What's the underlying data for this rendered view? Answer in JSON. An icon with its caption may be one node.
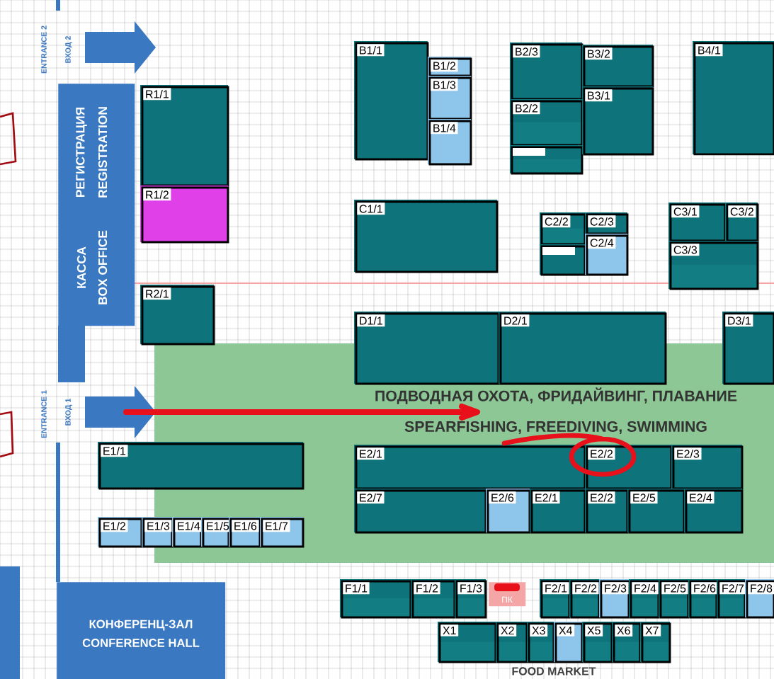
{
  "diagram": {
    "nodes": [
      {
        "text": [
          "РЕГИСТРАЦИЯ",
          "REGISTRATION",
          "КАССА",
          "BOX OFFICE"
        ]
      },
      {
        "text": [
          "R1/1"
        ]
      },
      {
        "text": [
          "R1/2"
        ]
      },
      {
        "text": [
          "R2/1"
        ]
      },
      {
        "text": [
          "B1/1"
        ]
      },
      {
        "text": [
          "B1/2"
        ]
      },
      {
        "text": [
          "B1/3"
        ]
      },
      {
        "text": [
          "B1/4"
        ]
      },
      {
        "text": [
          "B2/3"
        ]
      },
      {
        "text": [
          "B2/2"
        ]
      },
      {
        "text": [],
        "shape": "box"
      },
      {
        "text": [
          "B3/2"
        ]
      },
      {
        "text": [
          "B3/1"
        ]
      },
      {
        "text": [
          "B4/1"
        ]
      },
      {
        "text": [
          "C1/1"
        ]
      },
      {
        "text": [
          "C2/2"
        ]
      },
      {
        "text": [],
        "shape": "box"
      },
      {
        "text": [
          "C2/3"
        ]
      },
      {
        "text": [
          "C2/4"
        ]
      },
      {
        "text": [
          "C3/1"
        ]
      },
      {
        "text": [
          "C3/2"
        ]
      },
      {
        "text": [
          "C3/3"
        ]
      },
      {
        "text": [
          "D1/1"
        ]
      },
      {
        "text": [
          "D2/1"
        ]
      },
      {
        "text": [
          "D3/1"
        ]
      },
      {
        "text": [
          "E1/1"
        ]
      },
      {
        "text": [
          "E1/2"
        ]
      },
      {
        "text": [
          "E1/3"
        ]
      },
      {
        "text": [
          "E1/4"
        ]
      },
      {
        "text": [
          "E1/5"
        ]
      },
      {
        "text": [
          "E1/6"
        ]
      },
      {
        "text": [
          "E1/7"
        ]
      },
      {
        "text": [
          "E2/1"
        ]
      },
      {
        "text": [
          "E2/2"
        ]
      },
      {
        "text": [
          "E2/3"
        ]
      },
      {
        "text": [
          "E2/7"
        ]
      },
      {
        "text": [
          "E2/6"
        ]
      },
      {
        "text": [
          "E2/1"
        ]
      },
      {
        "text": [
          "E2/2"
        ]
      },
      {
        "text": [
          "E2/5"
        ]
      },
      {
        "text": [
          "E2/4"
        ]
      },
      {
        "text": [
          "F1/1"
        ]
      },
      {
        "text": [
          "F1/2"
        ]
      },
      {
        "text": [
          "F1/3"
        ]
      },
      {
        "text": [
          "ПК"
        ]
      },
      {
        "text": [
          "F2/1"
        ]
      },
      {
        "text": [
          "F2/2"
        ]
      },
      {
        "text": [
          "F2/3"
        ]
      },
      {
        "text": [
          "F2/4"
        ]
      },
      {
        "text": [
          "F2/5"
        ]
      },
      {
        "text": [
          "F2/6"
        ]
      },
      {
        "text": [
          "F2/7"
        ]
      },
      {
        "text": [
          "F2/8"
        ]
      },
      {
        "text": [
          "X1"
        ]
      },
      {
        "text": [
          "X2"
        ]
      },
      {
        "text": [
          "X3"
        ]
      },
      {
        "text": [
          "X4"
        ]
      },
      {
        "text": [
          "X5"
        ]
      },
      {
        "text": [
          "X6"
        ]
      },
      {
        "text": [
          "X7"
        ]
      },
      {
        "text": [
          "КОНФЕРЕНЦ-ЗАЛ",
          "CONFERENCE HALL"
        ]
      }
    ],
    "labels": [
      "ENTRANCE 2",
      "ВХОД 2",
      "ENTRANCE 1",
      "ВХОД 1",
      "ПОДВОДНАЯ ОХОТА, ФРИДАЙВИНГ, ПЛАВАНИЕ",
      "SPEARFISHING, FREEDIVING, SWIMMING",
      "FOOD MARKET"
    ]
  }
}
